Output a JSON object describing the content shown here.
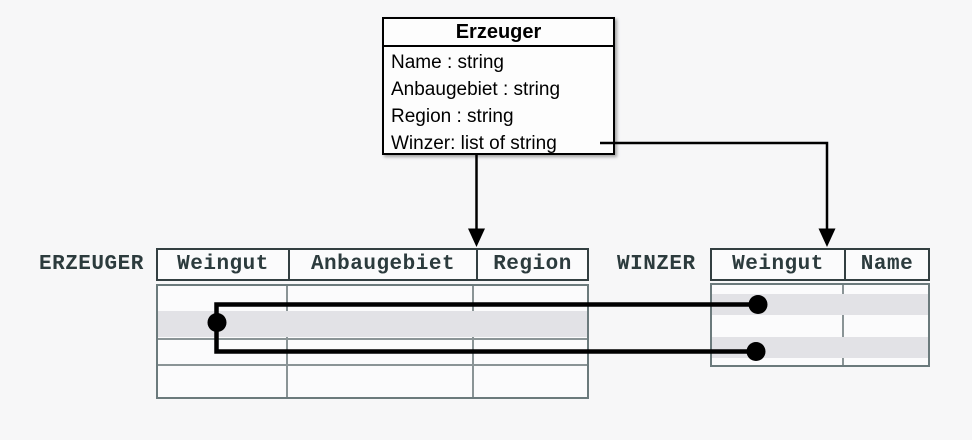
{
  "class_box": {
    "title": "Erzeuger",
    "attributes": [
      "Name : string",
      "Anbaugebiet : string",
      "Region : string",
      "Winzer: list of string"
    ]
  },
  "erzeuger_table": {
    "label": "ERZEUGER",
    "columns": [
      "Weingut",
      "Anbaugebiet",
      "Region"
    ],
    "body_rows": 4,
    "highlighted_row_index": 1
  },
  "winzer_table": {
    "label": "WINZER",
    "columns": [
      "Weingut",
      "Name"
    ],
    "body_rows": 4,
    "highlighted_row_indices": [
      1,
      3
    ]
  },
  "colors": {
    "background": "#f7f7f8",
    "row_highlight": "#e2e2e6",
    "table_text": "#2c3b3d",
    "header_border": "#333f41",
    "body_border": "#6b7a7c",
    "connector": "#000000"
  }
}
